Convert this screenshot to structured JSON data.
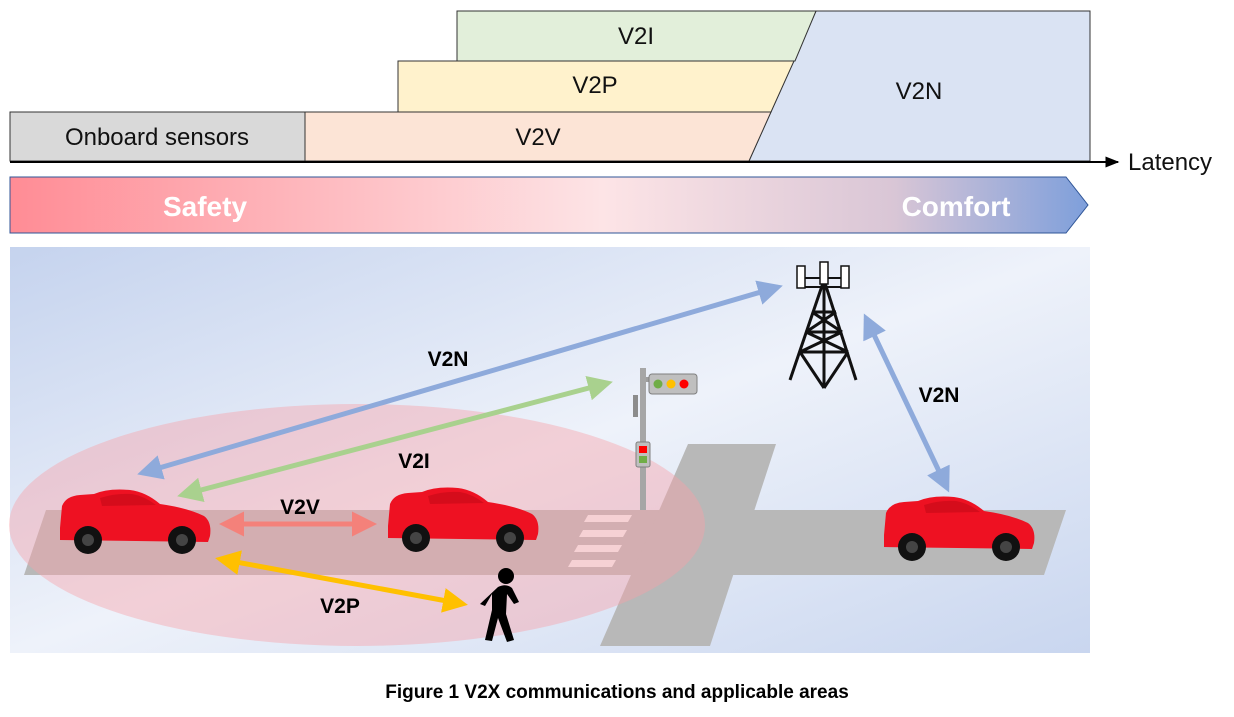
{
  "bars": {
    "v2i": "V2I",
    "v2p": "V2P",
    "onboard": "Onboard sensors",
    "v2v": "V2V",
    "v2n": "V2N"
  },
  "axis": {
    "label": "Latency"
  },
  "gradient": {
    "left": "Safety",
    "right": "Comfort"
  },
  "scene": {
    "v2n_left": "V2N",
    "v2i": "V2I",
    "v2v": "V2V",
    "v2p": "V2P",
    "v2n_right": "V2N"
  },
  "caption": "Figure 1  V2X communications and applicable areas",
  "colors": {
    "v2i": "#e2efda",
    "v2p": "#fff2cc",
    "onboard": "#d9d9d9",
    "v2v": "#fce4d6",
    "v2n": "#dae3f3",
    "arrow_v2n": "#8eaadb",
    "arrow_v2i": "#a9d18e",
    "arrow_v2v": "#f4817a",
    "arrow_v2p": "#ffc000",
    "car": "#ee1122"
  }
}
